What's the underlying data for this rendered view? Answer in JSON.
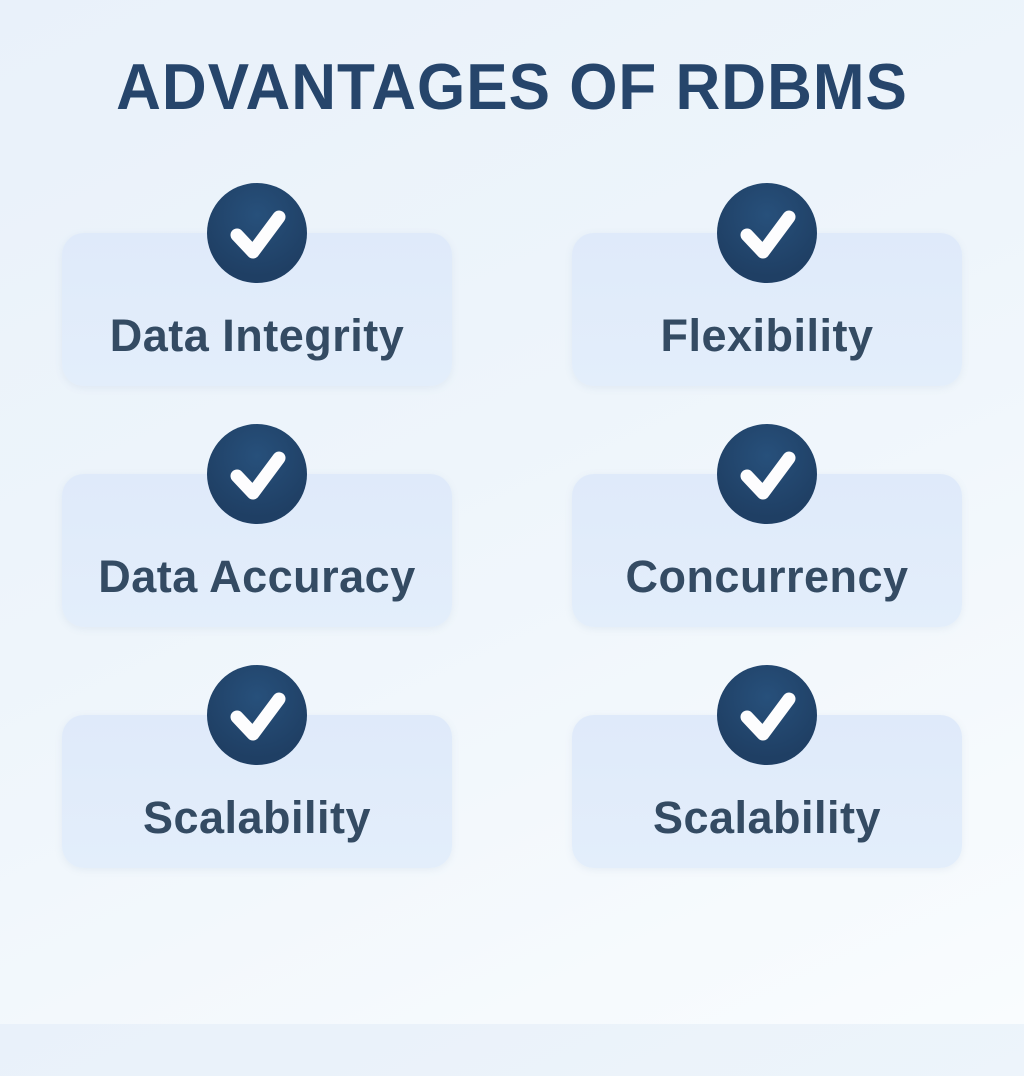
{
  "title": "ADVANTAGES OF RDBMS",
  "colors": {
    "bg_top": "#e9f1fa",
    "bg_bottom": "#f9fcfe",
    "card_bg": "#dfeafa",
    "circle_navy": "#1f3f64",
    "title_navy": "#26456b",
    "label_slate": "#344b63",
    "check_white": "#fdfdfe"
  },
  "cards": [
    {
      "label": "Data Integrity",
      "icon": "checkmark-circle-icon"
    },
    {
      "label": "Flexibility",
      "icon": "checkmark-circle-icon"
    },
    {
      "label": "Data Accuracy",
      "icon": "checkmark-circle-icon"
    },
    {
      "label": "Concurrency",
      "icon": "checkmark-circle-icon"
    },
    {
      "label": "Scalability",
      "icon": "checkmark-circle-icon"
    },
    {
      "label": "Scalability",
      "icon": "checkmark-circle-icon"
    }
  ]
}
